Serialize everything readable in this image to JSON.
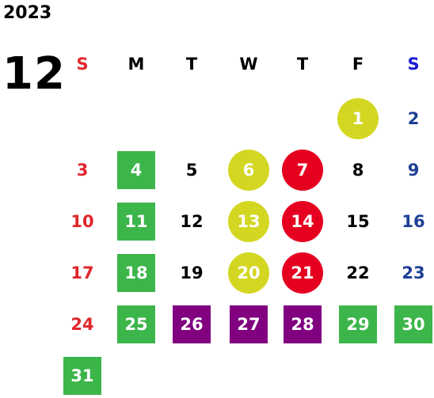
{
  "year": "2023",
  "month": "12",
  "colors": {
    "sunday": "#e0262b",
    "saturday": "#1e3f95",
    "weekday": "#000000",
    "on_mark": "#ffffff",
    "sat_header": "#1a1ad6",
    "green": "#3cb54a",
    "purple": "#800080",
    "yellow": "#d3d722",
    "red": "#e60020"
  },
  "weekdays": [
    "S",
    "M",
    "T",
    "W",
    "T",
    "F",
    "S"
  ],
  "weeks": [
    [
      null,
      null,
      null,
      null,
      null,
      {
        "day": "1",
        "mark": "yellow-circle"
      },
      {
        "day": "2"
      }
    ],
    [
      {
        "day": "3"
      },
      {
        "day": "4",
        "mark": "green-square"
      },
      {
        "day": "5"
      },
      {
        "day": "6",
        "mark": "yellow-circle"
      },
      {
        "day": "7",
        "mark": "red-circle"
      },
      {
        "day": "8"
      },
      {
        "day": "9"
      }
    ],
    [
      {
        "day": "10"
      },
      {
        "day": "11",
        "mark": "green-square"
      },
      {
        "day": "12"
      },
      {
        "day": "13",
        "mark": "yellow-circle"
      },
      {
        "day": "14",
        "mark": "red-circle"
      },
      {
        "day": "15"
      },
      {
        "day": "16"
      }
    ],
    [
      {
        "day": "17"
      },
      {
        "day": "18",
        "mark": "green-square"
      },
      {
        "day": "19"
      },
      {
        "day": "20",
        "mark": "yellow-circle"
      },
      {
        "day": "21",
        "mark": "red-circle"
      },
      {
        "day": "22"
      },
      {
        "day": "23"
      }
    ],
    [
      {
        "day": "24"
      },
      {
        "day": "25",
        "mark": "green-square"
      },
      {
        "day": "26",
        "mark": "purple-square"
      },
      {
        "day": "27",
        "mark": "purple-square"
      },
      {
        "day": "28",
        "mark": "purple-square"
      },
      {
        "day": "29",
        "mark": "green-square"
      },
      {
        "day": "30",
        "mark": "green-square"
      }
    ],
    [
      {
        "day": "31",
        "mark": "green-square"
      },
      null,
      null,
      null,
      null,
      null,
      null
    ]
  ]
}
